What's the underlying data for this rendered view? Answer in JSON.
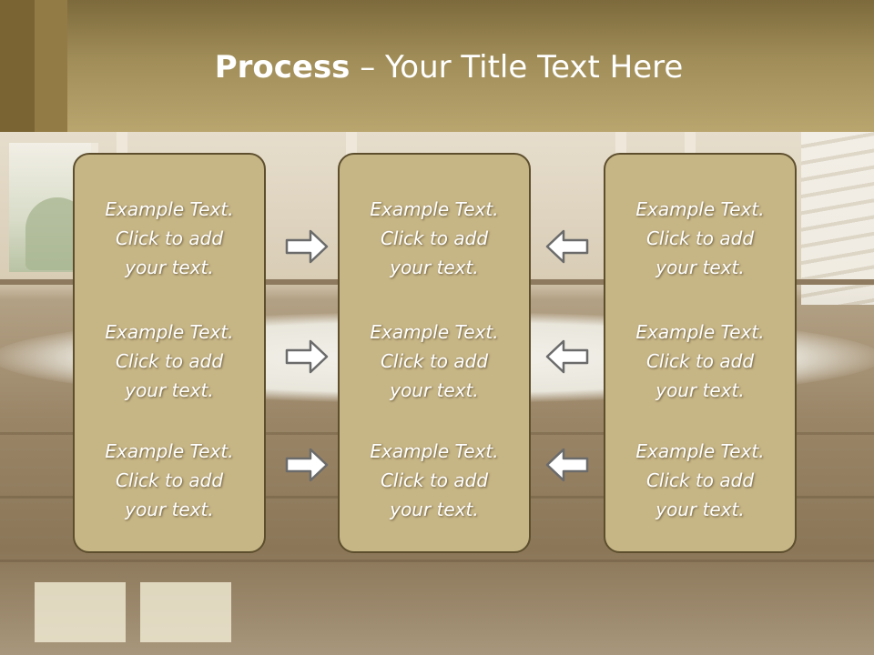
{
  "slide": {
    "title_bold": "Process",
    "title_rest": " – Your Title Text Here"
  },
  "columns": [
    {
      "entries": [
        {
          "line1": "Example Text.",
          "line2": "Click  to add",
          "line3": "your text."
        },
        {
          "line1": "Example Text.",
          "line2": "Click  to add",
          "line3": "your text."
        },
        {
          "line1": "Example Text.",
          "line2": "Click  to add",
          "line3": "your text."
        }
      ]
    },
    {
      "entries": [
        {
          "line1": "Example Text.",
          "line2": "Click  to add",
          "line3": "your text."
        },
        {
          "line1": "Example Text.",
          "line2": "Click  to add",
          "line3": "your text."
        },
        {
          "line1": "Example Text.",
          "line2": "Click  to add",
          "line3": "your text."
        }
      ]
    },
    {
      "entries": [
        {
          "line1": "Example Text.",
          "line2": "Click  to add",
          "line3": "your text."
        },
        {
          "line1": "Example Text.",
          "line2": "Click  to add",
          "line3": "your text."
        },
        {
          "line1": "Example Text.",
          "line2": "Click  to add",
          "line3": "your text."
        }
      ]
    }
  ],
  "arrows": {
    "left_group_icon": "arrow-right-icon",
    "right_group_icon": "arrow-left-icon"
  },
  "colors": {
    "header": "#b9a56e",
    "box_fill": "#c6b585",
    "box_border": "#5d4f2e",
    "text": "#ffffff",
    "arrow_stroke": "#6b6b6b"
  }
}
